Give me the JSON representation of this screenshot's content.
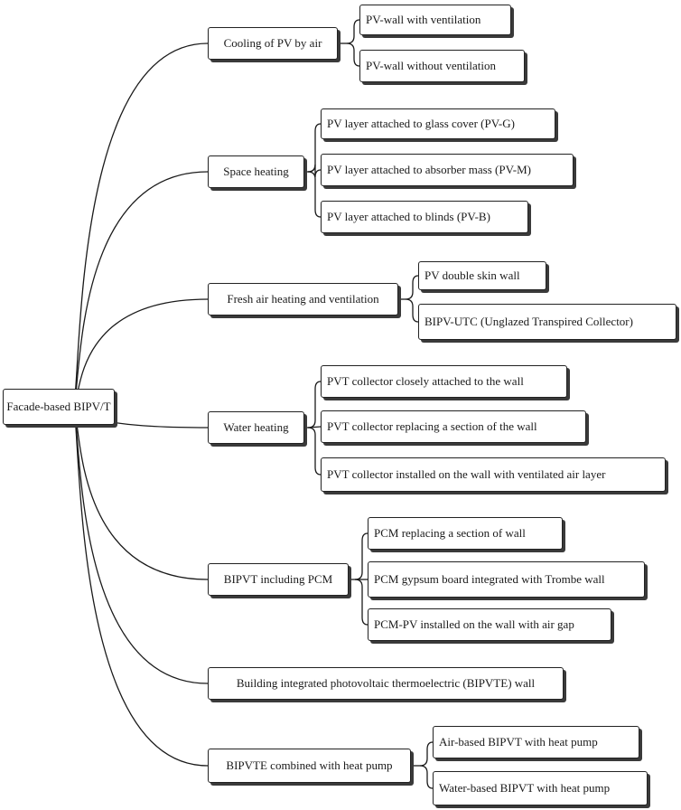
{
  "root": {
    "label": "Facade-based BIPV/T"
  },
  "categories": [
    {
      "label": "Cooling of PV by air",
      "children": [
        "PV-wall with ventilation",
        "PV-wall without ventilation"
      ]
    },
    {
      "label": "Space heating",
      "children": [
        "PV layer attached to glass cover (PV-G)",
        "PV layer attached to absorber mass (PV-M)",
        "PV layer attached to blinds (PV-B)"
      ]
    },
    {
      "label": "Fresh air heating and ventilation",
      "children": [
        "PV double skin wall",
        "BIPV-UTC (Unglazed Transpired Collector)"
      ]
    },
    {
      "label": "Water heating",
      "children": [
        "PVT collector closely attached to the wall",
        "PVT collector replacing a section of the wall",
        "PVT collector installed on the wall with ventilated air layer"
      ]
    },
    {
      "label": "BIPVT including PCM",
      "children": [
        "PCM replacing a section of wall",
        "PCM gypsum board integrated with Trombe wall",
        "PCM-PV installed on the wall with air gap"
      ]
    },
    {
      "label": "Building integrated photovoltaic thermoelectric (BIPVTE) wall",
      "children": []
    },
    {
      "label": "BIPVTE combined with heat pump",
      "children": [
        "Air-based BIPVT with heat pump",
        "Water-based BIPVT with heat pump"
      ]
    }
  ]
}
